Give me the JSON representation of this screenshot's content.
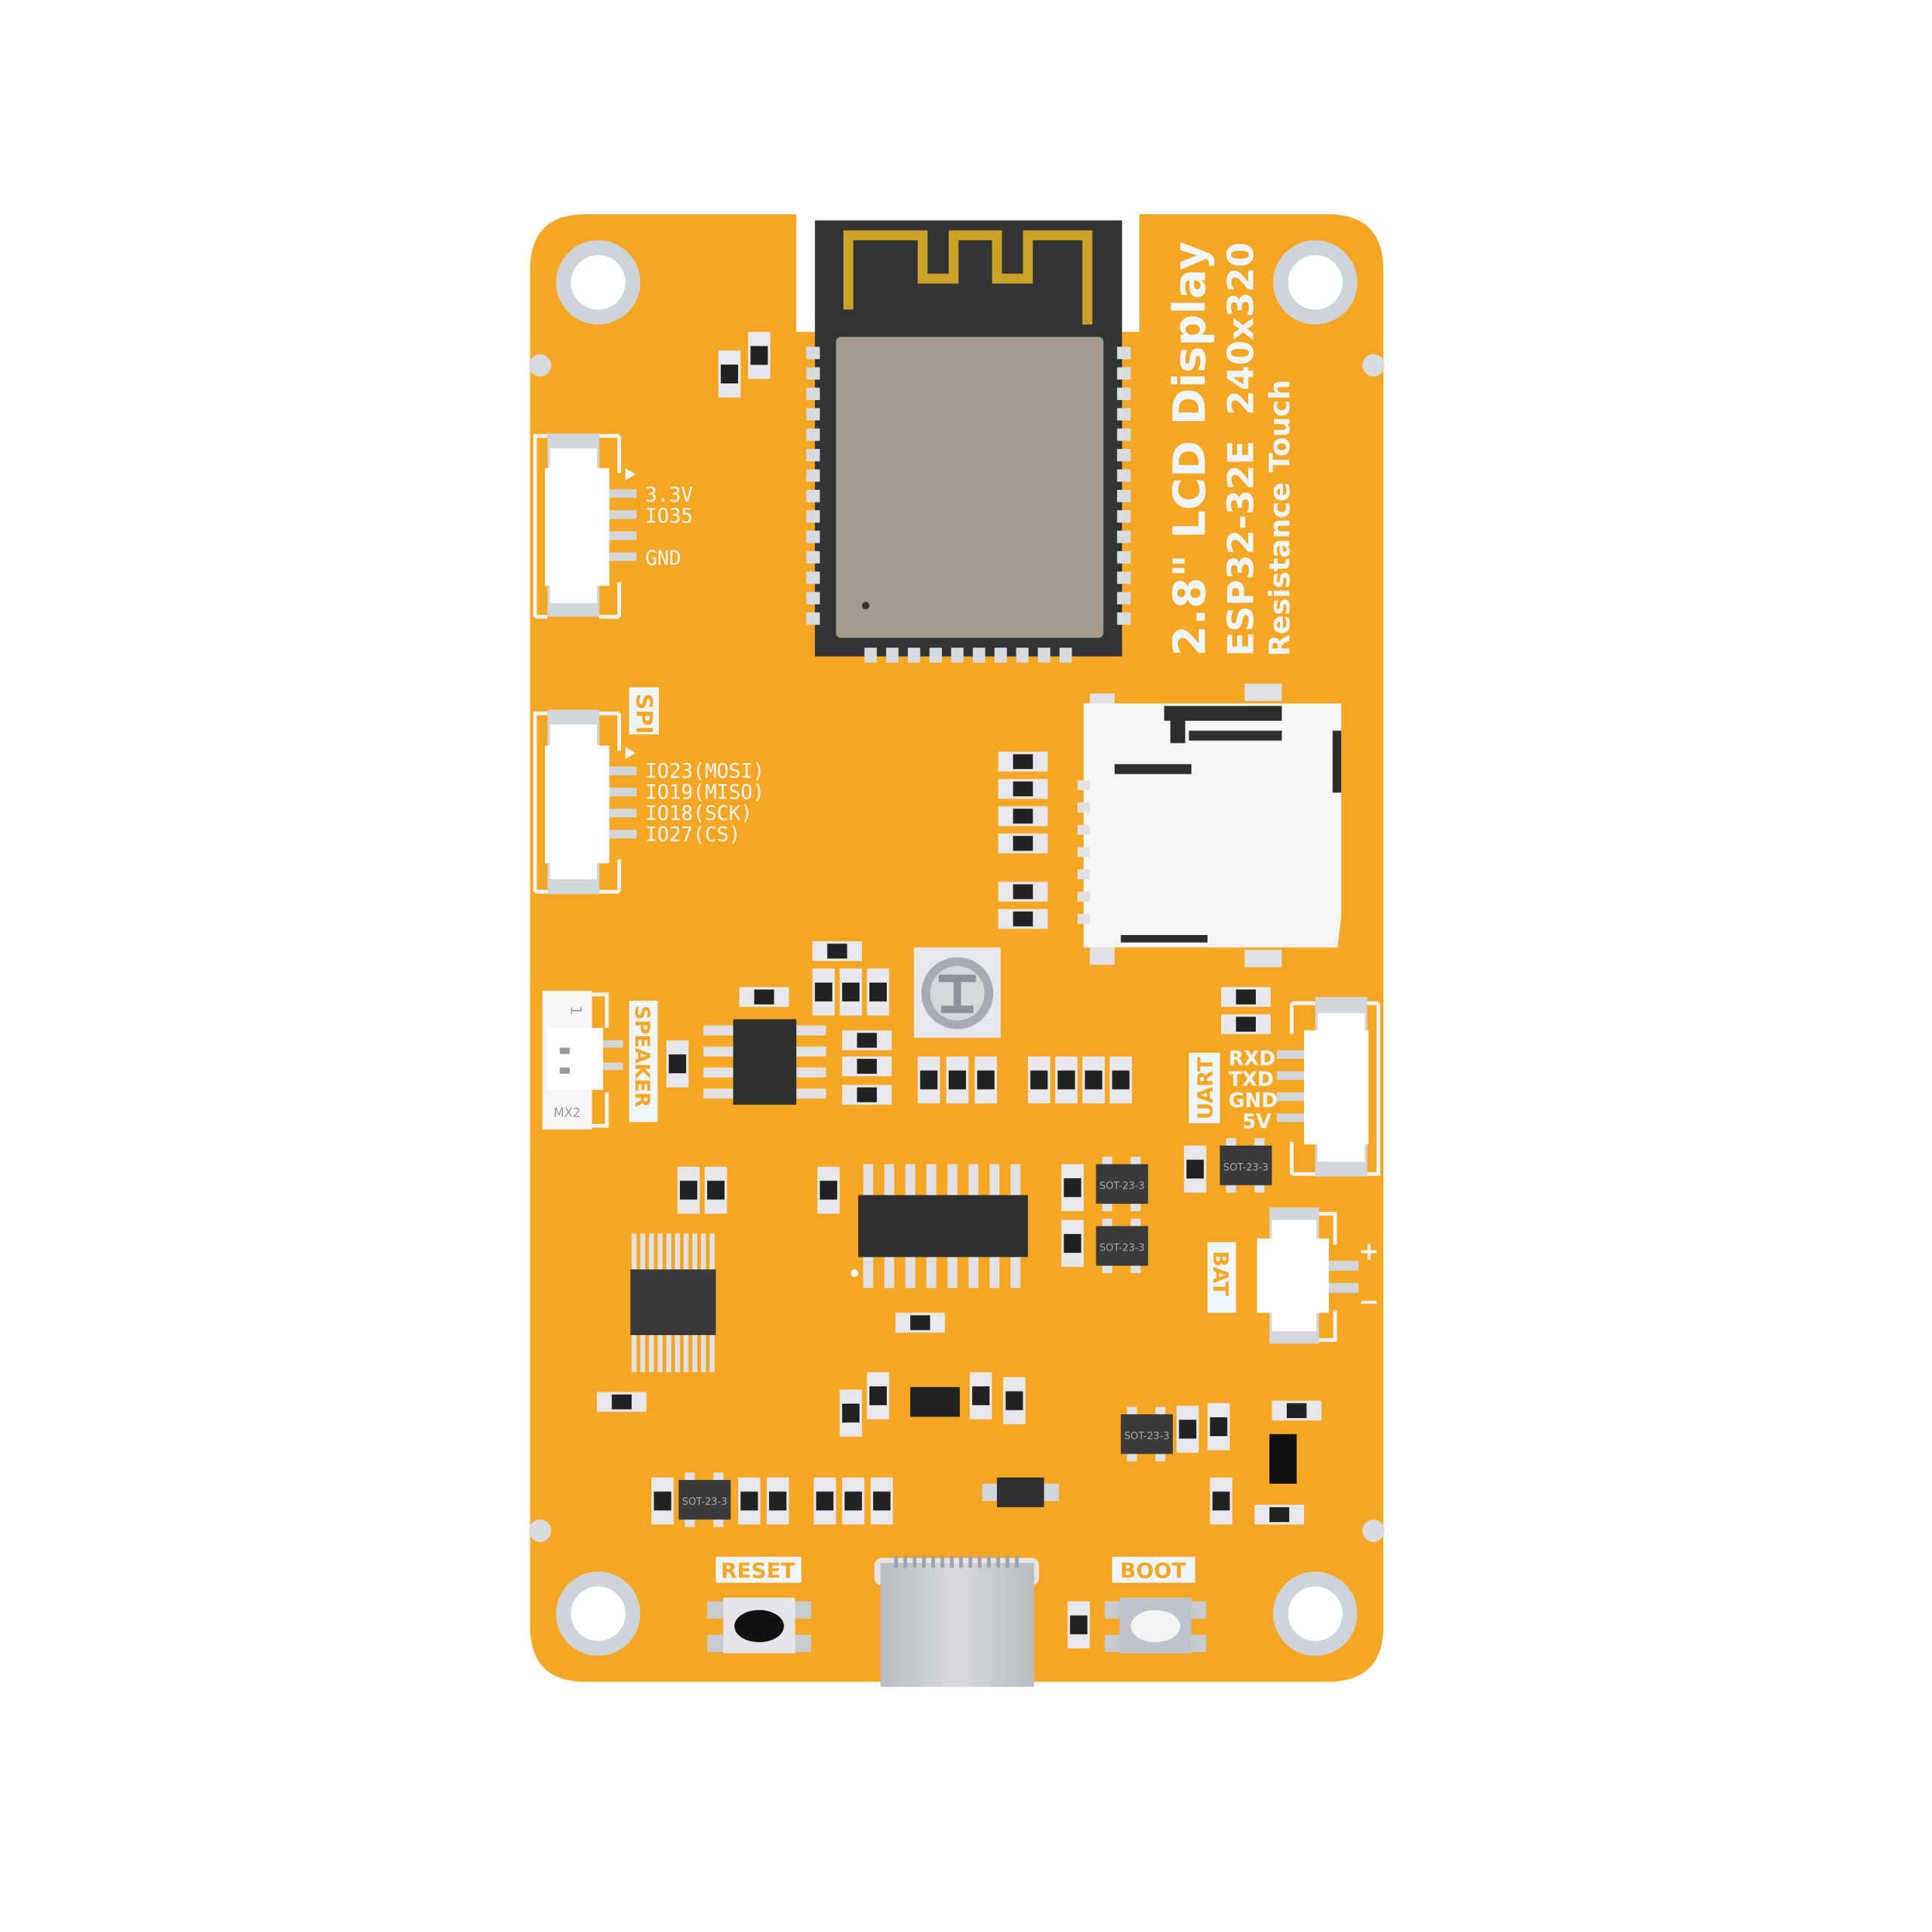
{
  "board": {
    "title_line1": "2.8\" LCD Display",
    "title_line2": "ESP32-32E  240x320",
    "title_line3": "Resistance Touch",
    "colors": {
      "pcb": "#f5a623",
      "module": "#333333",
      "shield": "#a39a90",
      "antenna": "#c9a227",
      "silkscreen": "#eef6fb"
    }
  },
  "connectors": {
    "power_io": {
      "pins": [
        "3.3V",
        "IO35",
        "",
        "GND"
      ]
    },
    "spi": {
      "label": "SPI",
      "pins": [
        "IO23(MOSI)",
        "IO19(MISO)",
        "IO18(SCK)",
        "IO27(CS)"
      ]
    },
    "speaker": {
      "label": "SPEAKER",
      "part": "MX2",
      "pin1": "1"
    },
    "uart": {
      "label": "UART",
      "pins": [
        "RXD",
        "TXD",
        "GND",
        "5V"
      ]
    },
    "battery": {
      "label": "BAT",
      "plus": "+",
      "minus": "−"
    }
  },
  "buttons": {
    "reset": {
      "label": "RESET"
    },
    "boot": {
      "label": "BOOT"
    }
  },
  "parts": {
    "sot": "SOT-23-3"
  }
}
